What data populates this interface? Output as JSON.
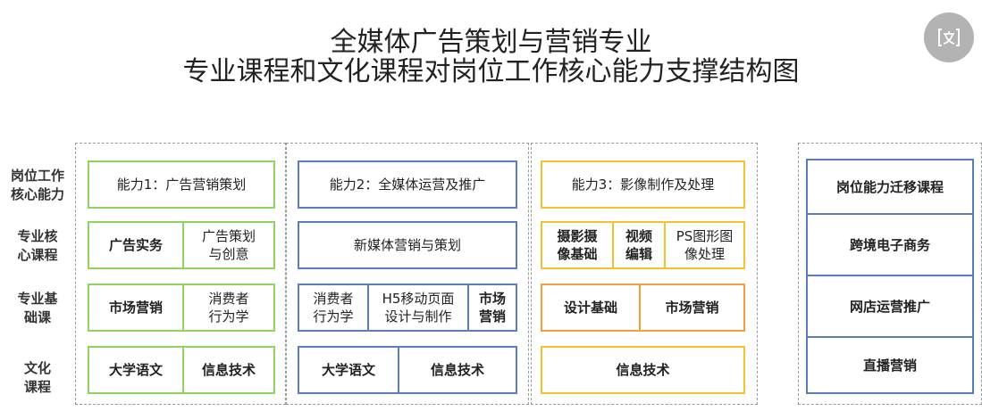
{
  "title": {
    "line1": "全媒体广告策划与营销专业",
    "line2": "专业课程和文化课程对岗位工作核心能力支撑结构图"
  },
  "translate_icon": "translate-icon",
  "row_labels": {
    "ability": [
      "岗位工作",
      "核心能力"
    ],
    "core": [
      "专业核",
      "心课程"
    ],
    "basic": [
      "专业基",
      "础课"
    ],
    "culture": [
      "文化",
      "课程"
    ]
  },
  "ability1": {
    "header": "能力1：广告营销策划",
    "core": [
      [
        "广告实务"
      ],
      [
        "广告策划",
        "与创意"
      ]
    ],
    "basic": [
      [
        "市场营销"
      ],
      [
        "消费者",
        "行为学"
      ]
    ],
    "culture": [
      "大学语文",
      "信息技术"
    ]
  },
  "ability2": {
    "header": "能力2：全媒体运营及推广",
    "core": "新媒体营销与策划",
    "basic": [
      [
        "消费者",
        "行为学"
      ],
      [
        "H5移动页面",
        "设计与制作"
      ],
      [
        "市场",
        "营销"
      ]
    ],
    "culture": [
      "大学语文",
      "信息技术"
    ]
  },
  "ability3": {
    "header": "能力3：影像制作及处理",
    "core": [
      [
        "摄影摄",
        "像基础"
      ],
      [
        "视频",
        "编辑"
      ],
      [
        "PS图形图",
        "像处理"
      ]
    ],
    "basic": [
      "设计基础",
      "市场营销"
    ],
    "culture": "信息技术"
  },
  "migration": {
    "header": "岗位能力迁移课程",
    "items": [
      "跨境电子商务",
      "网店运营推广",
      "直播营销"
    ]
  },
  "colors": {
    "ability1": "#8fd460",
    "ability2": "#5a7fb8",
    "ability3": "#f2c230",
    "ability3_basic": "#f0a040",
    "migration": "#5a7fb8",
    "panel_border": "#9a9a9a"
  }
}
